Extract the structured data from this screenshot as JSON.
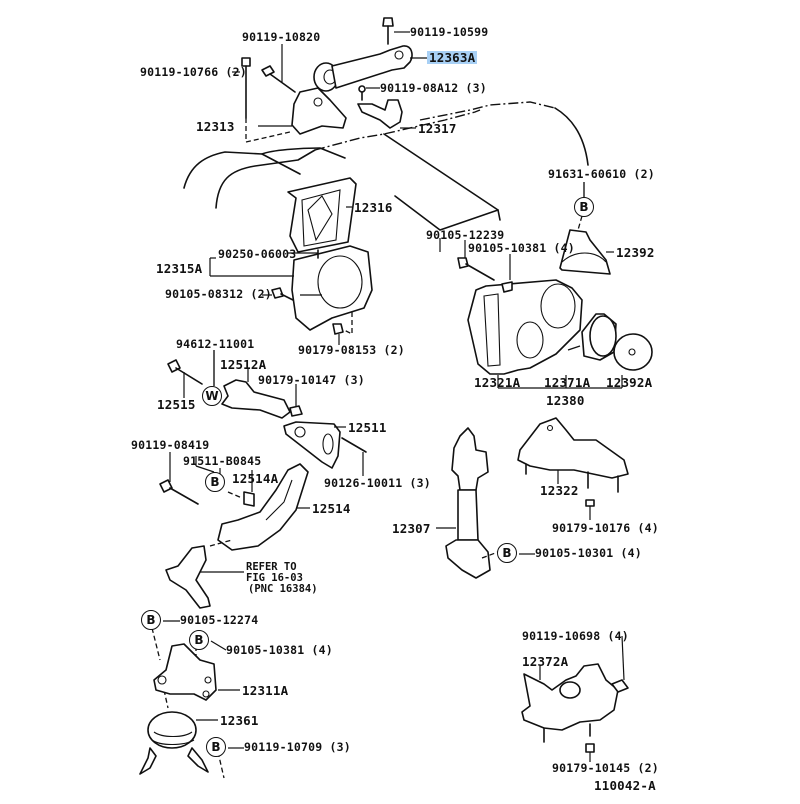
{
  "diagram": {
    "type": "exploded-parts-diagram",
    "subject": "Engine mounting",
    "figure_id": "110042-A",
    "highlight_color": "#a8d0f5",
    "highlighted_part": "12363A",
    "reference_note": {
      "line1": "REFER TO",
      "line2": "FIG 16-03",
      "line3": "(PNC 16384)"
    },
    "markers": {
      "B": "B",
      "W": "W"
    },
    "labels": {
      "p90119_10599": "90119-10599",
      "p90119_10820": "90119-10820",
      "p12363A": "12363A",
      "p90119_10766": "90119-10766 (2)",
      "p90119_08A12": "90119-08A12 (3)",
      "p12313": "12313",
      "p12317": "12317",
      "p91631_60610": "91631-60610 (2)",
      "p12316": "12316",
      "p90105_12239": "90105-12239",
      "p90105_10381_top": "90105-10381 (4)",
      "p12392": "12392",
      "p90250_06003": "90250-06003",
      "p12315A": "12315A",
      "p90105_08312": "90105-08312 (2)",
      "p90179_08153": "90179-08153 (2)",
      "p94612_11001": "94612-11001",
      "p12512A": "12512A",
      "p12515": "12515",
      "p90179_10147": "90179-10147 (3)",
      "p12321A": "12321A",
      "p12371A": "12371A",
      "p12392A": "12392A",
      "p12380": "12380",
      "p12511": "12511",
      "p90119_08419": "90119-08419",
      "p91511_B0845": "91511-B0845",
      "p12514A": "12514A",
      "p90126_10011": "90126-10011 (3)",
      "p12322": "12322",
      "p12514": "12514",
      "p90179_10176": "90179-10176 (4)",
      "p12307": "12307",
      "p90105_10301": "90105-10301 (4)",
      "p90105_12274": "90105-12274",
      "p90105_10381_bot": "90105-10381 (4)",
      "p12311A": "12311A",
      "p12361": "12361",
      "p90119_10709": "90119-10709 (3)",
      "p90119_10698": "90119-10698 (4)",
      "p12372A": "12372A",
      "p90179_10145": "90179-10145 (2)"
    }
  }
}
